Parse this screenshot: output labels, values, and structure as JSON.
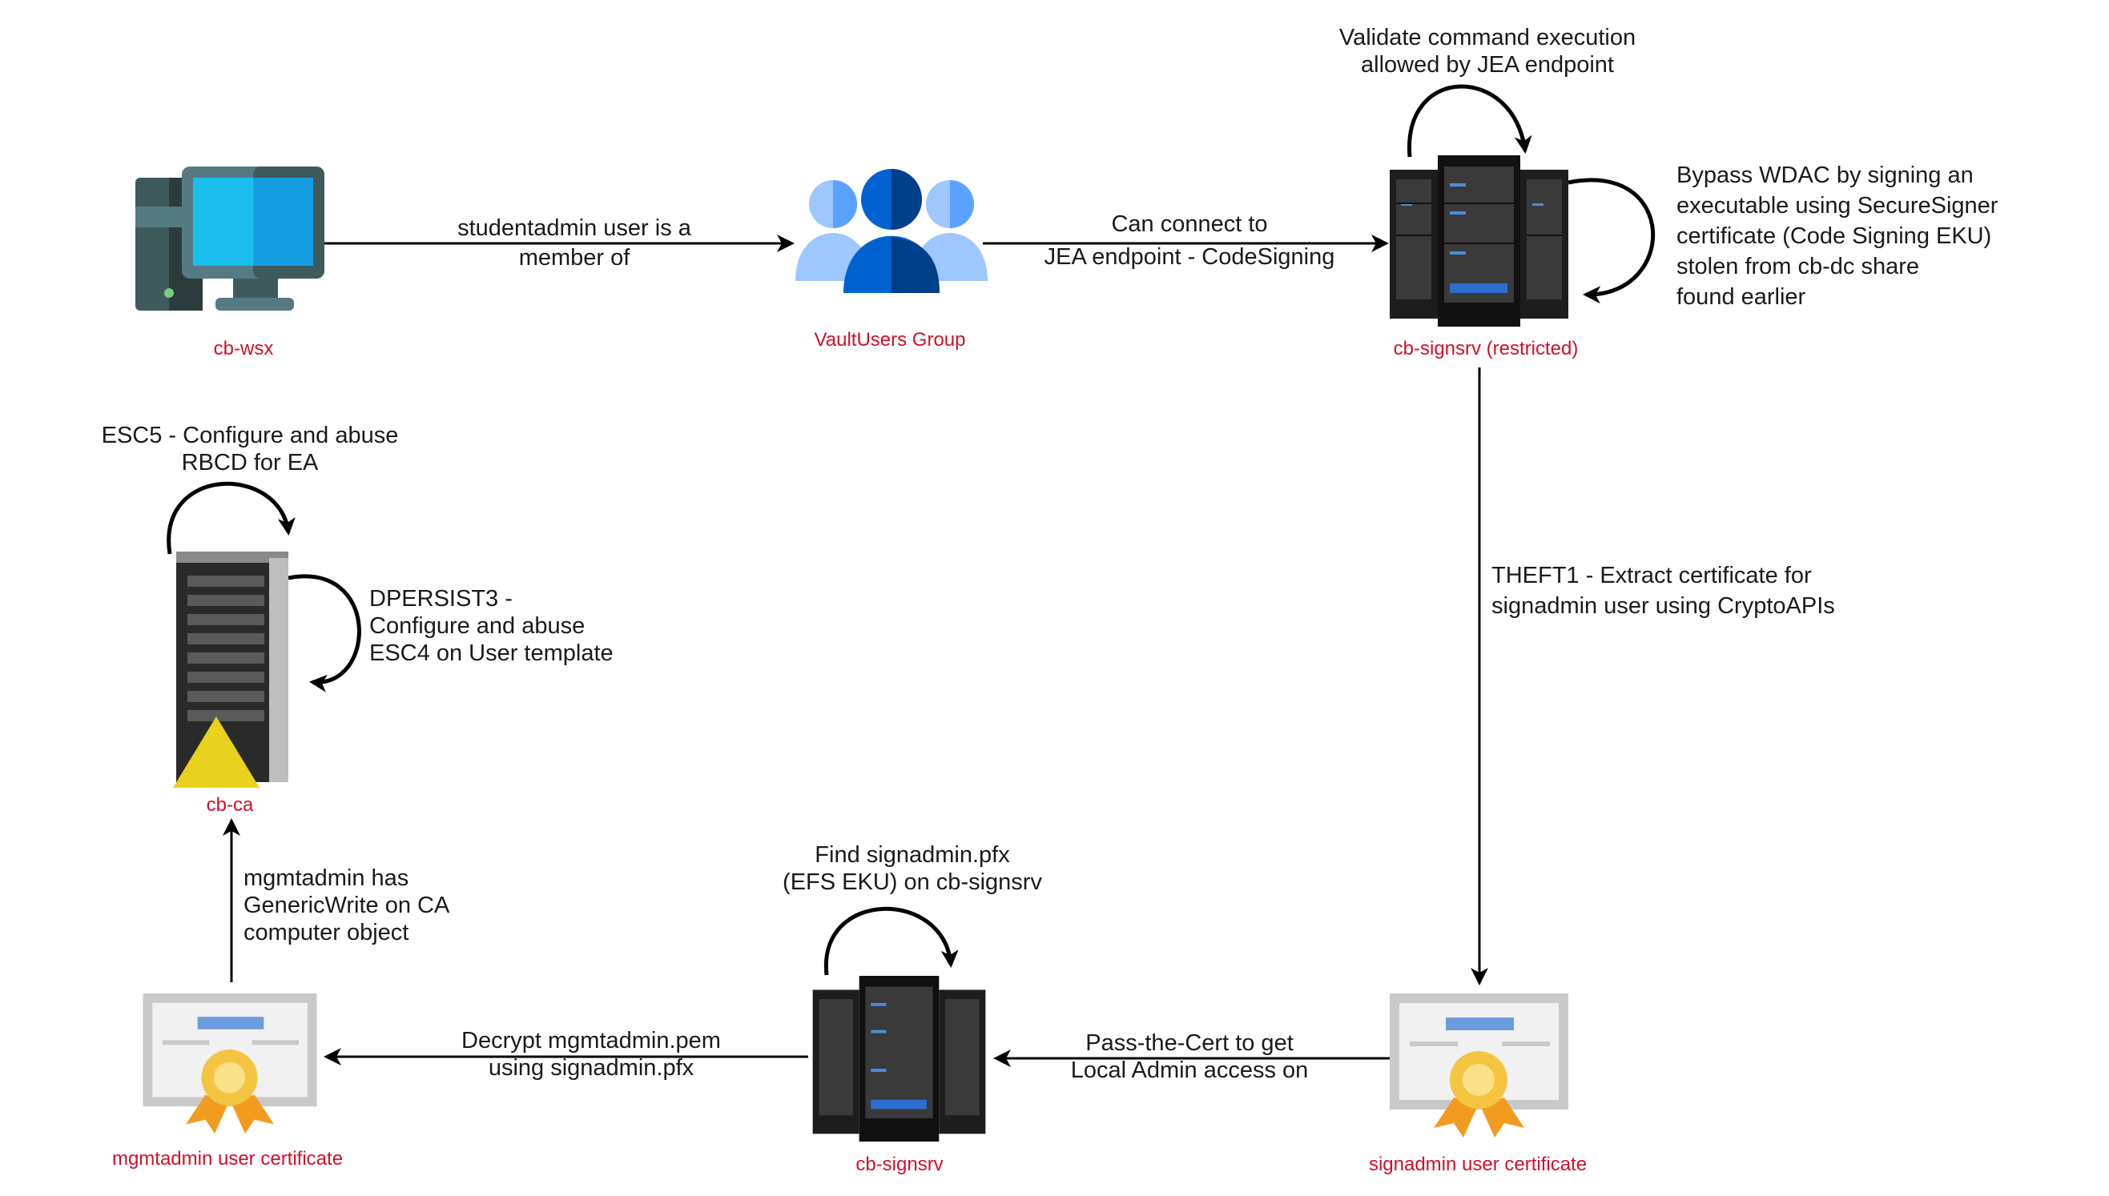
{
  "colors": {
    "label": "#d0112b",
    "arrow": "#000000",
    "caution": "#e8d21d"
  },
  "nodes": {
    "wsx": {
      "label": "cb-wsx",
      "icon": "desktop-computer-icon"
    },
    "group": {
      "label": "VaultUsers Group",
      "icon": "user-group-icon"
    },
    "signsrv_restricted": {
      "label": "cb-signsrv (restricted)",
      "icon": "server-rack-icon"
    },
    "signadmin_cert": {
      "label": "signadmin user certificate",
      "icon": "certificate-icon"
    },
    "signsrv": {
      "label": "cb-signsrv",
      "icon": "server-rack-icon"
    },
    "mgmtadmin_cert": {
      "label": "mgmtadmin user certificate",
      "icon": "certificate-icon"
    },
    "ca": {
      "label": "cb-ca",
      "icon": "server-tower-warning-icon"
    }
  },
  "edges": {
    "wsx_group": [
      "studentadmin user is a",
      "member of"
    ],
    "group_signsrv": [
      "Can connect to",
      "JEA endpoint - CodeSigning"
    ],
    "signsrv_self_top": [
      "Validate command execution",
      "allowed by JEA endpoint"
    ],
    "signsrv_self_right": [
      "Bypass WDAC by signing an",
      "executable using SecureSigner",
      "certificate (Code Signing EKU)",
      "stolen from cb-dc share",
      "found earlier"
    ],
    "signsrv_cert": [
      "THEFT1 - Extract certificate for",
      "signadmin user using CryptoAPIs"
    ],
    "cert_signsrv": [
      "Pass-the-Cert to get",
      "Local Admin access on"
    ],
    "signsrv_self": [
      "Find signadmin.pfx",
      "(EFS EKU) on cb-signsrv"
    ],
    "signsrv_mgmtcert": [
      "Decrypt mgmtadmin.pem",
      "using signadmin.pfx"
    ],
    "mgmtcert_ca": [
      "mgmtadmin has",
      "GenericWrite on CA",
      "computer object"
    ],
    "ca_self_top": [
      "ESC5 - Configure and abuse",
      "RBCD for EA"
    ],
    "ca_self_right": [
      "DPERSIST3 -",
      "Configure and abuse",
      "ESC4 on User template"
    ]
  }
}
